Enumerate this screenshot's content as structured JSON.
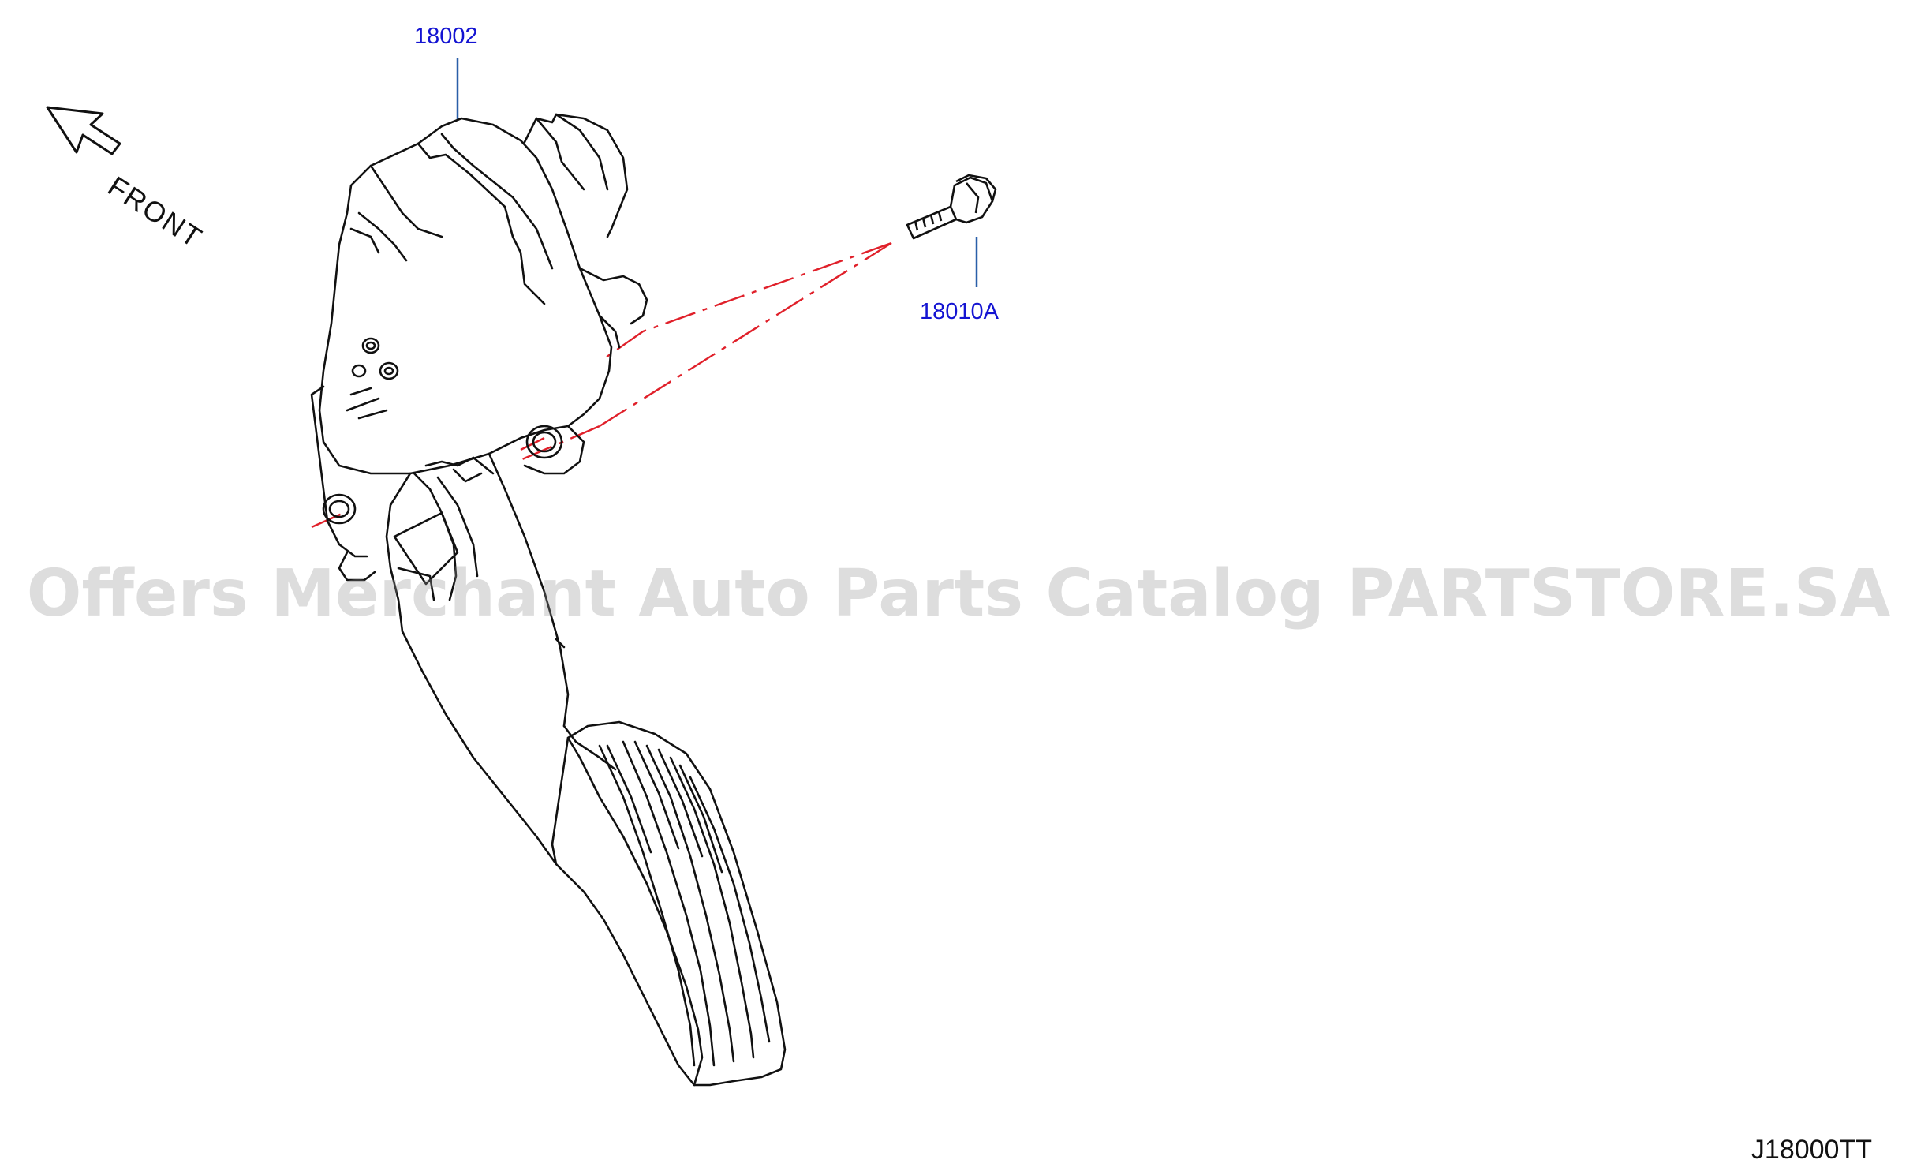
{
  "diagram": {
    "front_label": "FRONT",
    "diagram_code": "J18000TT",
    "watermark": "Offers Merchant Auto Parts Catalog PARTSTORE.SA",
    "callouts": {
      "pedal_assembly": "18002",
      "bolt": "18010A"
    },
    "colors": {
      "callout_text": "#1414d2",
      "leader_line": "#2a5fa8",
      "hidden_line": "#e0202a",
      "line_art": "#111111",
      "watermark": "#c8c8c8"
    }
  }
}
